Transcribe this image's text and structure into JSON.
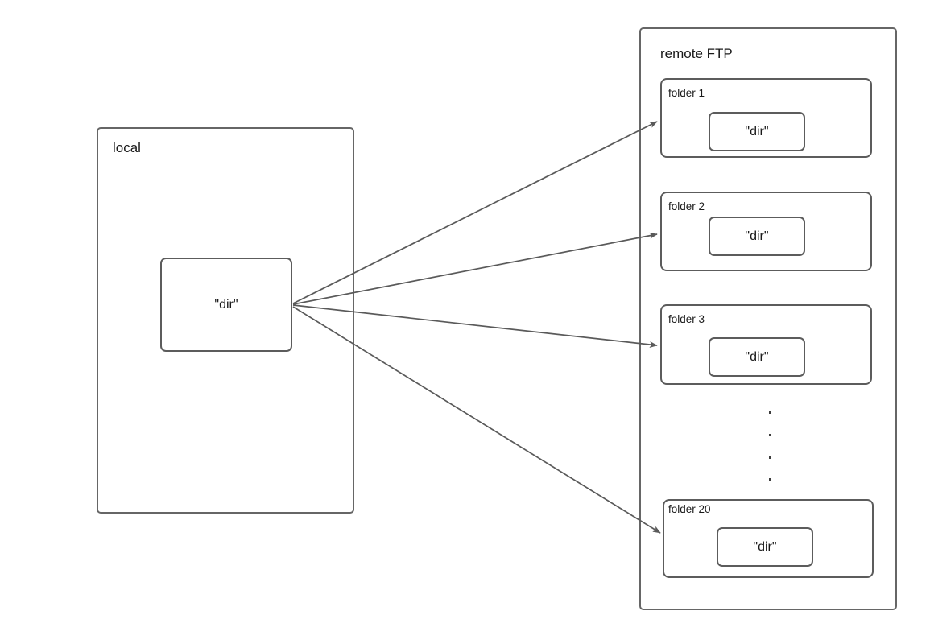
{
  "diagram": {
    "title": "local dir synced to 20 remote FTP folders",
    "background_color": "#ffffff",
    "stroke_color": "#5c5c5c",
    "arrow_color": "#5a5a5a",
    "text_color": "#1a1a1a"
  },
  "local": {
    "label": "local",
    "dir": {
      "label": "\"dir\""
    }
  },
  "remote": {
    "label": "remote FTP",
    "folders": [
      {
        "label": "folder 1",
        "dir": {
          "label": "\"dir\""
        }
      },
      {
        "label": "folder 2",
        "dir": {
          "label": "\"dir\""
        }
      },
      {
        "label": "folder 3",
        "dir": {
          "label": "\"dir\""
        }
      },
      {
        "label": "folder 20",
        "dir": {
          "label": "\"dir\""
        }
      }
    ],
    "ellipsis": {
      "dot_count": 4,
      "meaning": "folders 4 through 19 omitted"
    }
  },
  "arrows": {
    "count": 4,
    "origin_label": "local \"dir\"",
    "targets": [
      "folder 1",
      "folder 2",
      "folder 3",
      "folder 20"
    ]
  }
}
